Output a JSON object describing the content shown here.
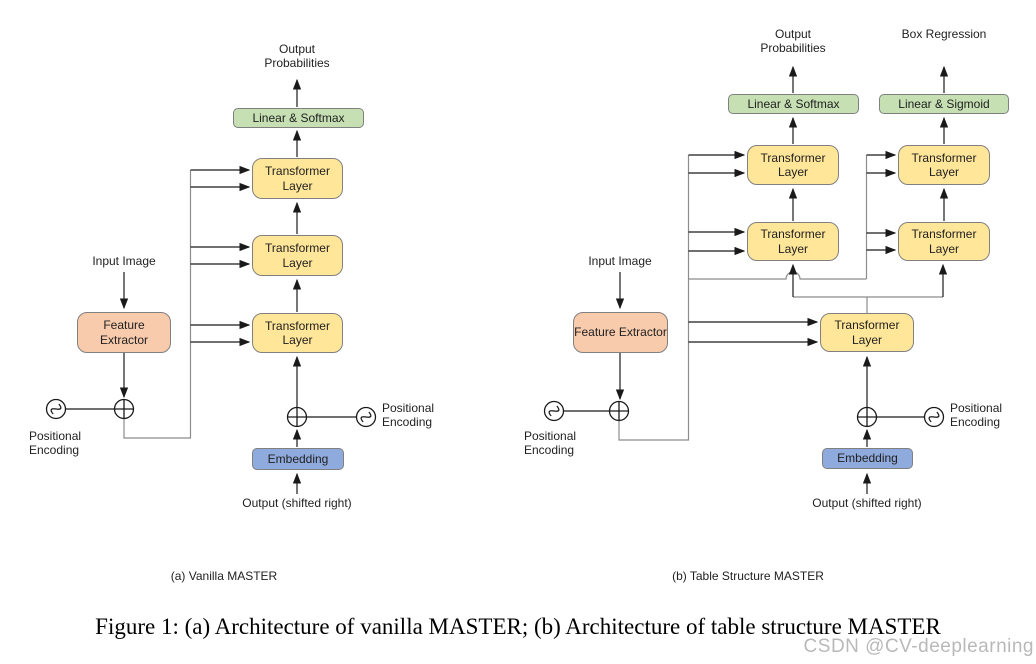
{
  "figure_caption": "Figure 1: (a) Architecture of vanilla MASTER; (b) Architecture of table structure MASTER",
  "watermark": "CSDN @CV-deeplearning",
  "labels": {
    "output_probabilities": "Output Probabilities",
    "box_regression": "Box Regression",
    "linear_softmax": "Linear & Softmax",
    "linear_sigmoid": "Linear & Sigmoid",
    "transformer_layer": "Transformer Layer",
    "input_image": "Input Image",
    "feature_extractor": "Feature Extractor",
    "embedding": "Embedding",
    "output_shifted_right": "Output (shifted right)",
    "positional_encoding": "Positional Encoding"
  },
  "captions": {
    "a": "(a) Vanilla MASTER",
    "b": "(b) Table Structure MASTER"
  },
  "icons": {
    "positional_encoding": "sine-wave-circle-icon",
    "add": "circled-plus-icon"
  },
  "colors": {
    "transformer_fill": "#FFE699",
    "linear_fill": "#C6E0B4",
    "feature_fill": "#F8CBAD",
    "embedding_fill": "#8FAADC",
    "box_border": "#808080",
    "arrow": "#1A1A1A",
    "route": "#8C8C8C",
    "watermark": "#B9B9B9",
    "background": "#FFFFFF"
  }
}
